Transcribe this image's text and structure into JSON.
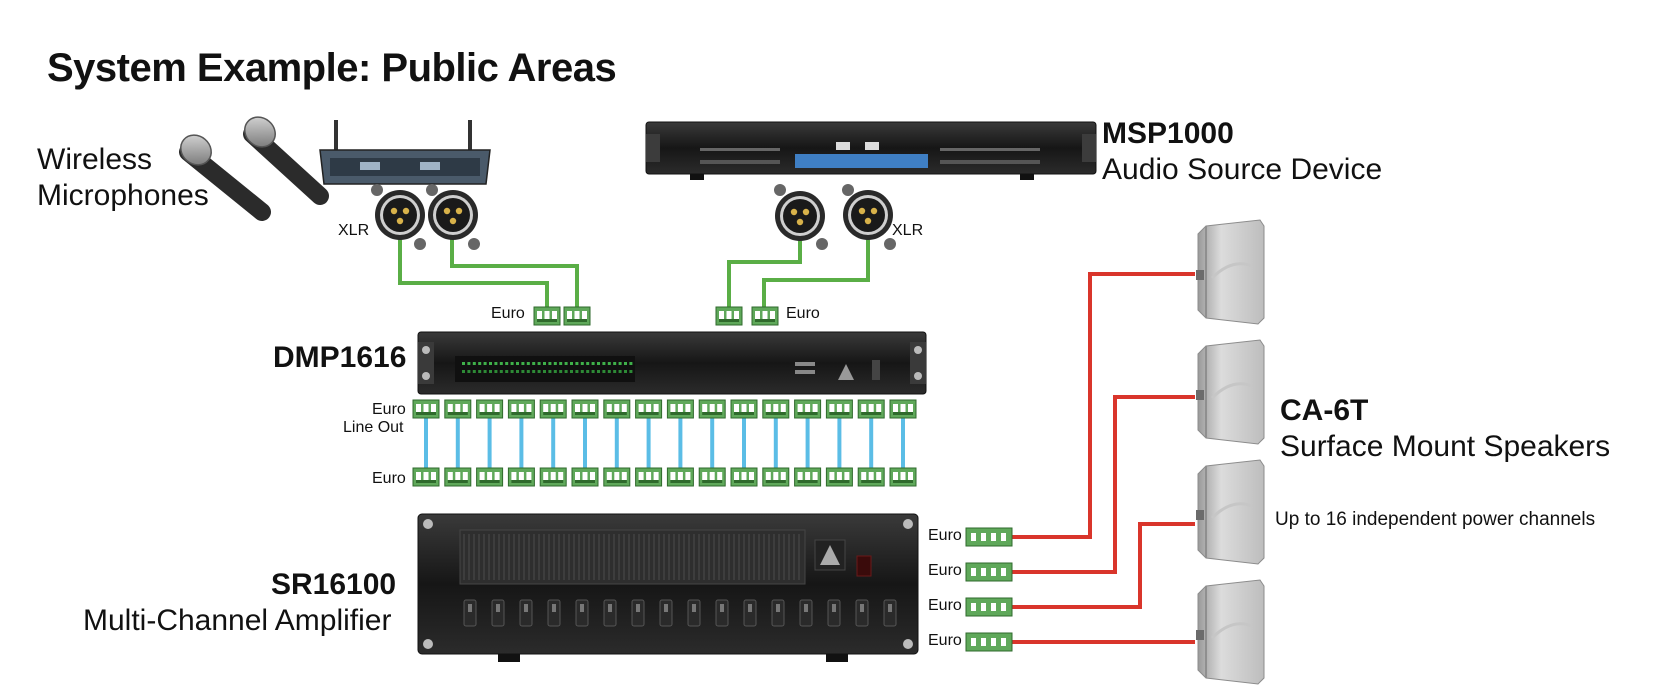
{
  "title": "System Example: Public Areas",
  "wireless": {
    "line1": "Wireless",
    "line2": "Microphones"
  },
  "msp": {
    "model": "MSP1000",
    "desc": "Audio Source Device"
  },
  "dmp": {
    "model": "DMP1616"
  },
  "sr": {
    "model": "SR16100",
    "desc": "Multi-Channel Amplifier"
  },
  "ca": {
    "model": "CA-6T",
    "desc": "Surface Mount Speakers",
    "note": "Up to 16 independent power channels"
  },
  "labels": {
    "xlr_left": "XLR",
    "xlr_right": "XLR",
    "euro_in_left": "Euro",
    "euro_in_right": "Euro",
    "euro_out": "Euro",
    "line_out": "Line Out",
    "euro_amp_in": "Euro",
    "euro_spk": [
      "Euro",
      "Euro",
      "Euro",
      "Euro"
    ]
  },
  "colors": {
    "green_wire": "#5aae46",
    "blue_wire": "#5bbde6",
    "red_wire": "#d9352b",
    "connector_green": "#5fa85a",
    "rack_black": "#1c1c1c"
  },
  "counts": {
    "line_out_channels": 16,
    "speakers": 4
  }
}
